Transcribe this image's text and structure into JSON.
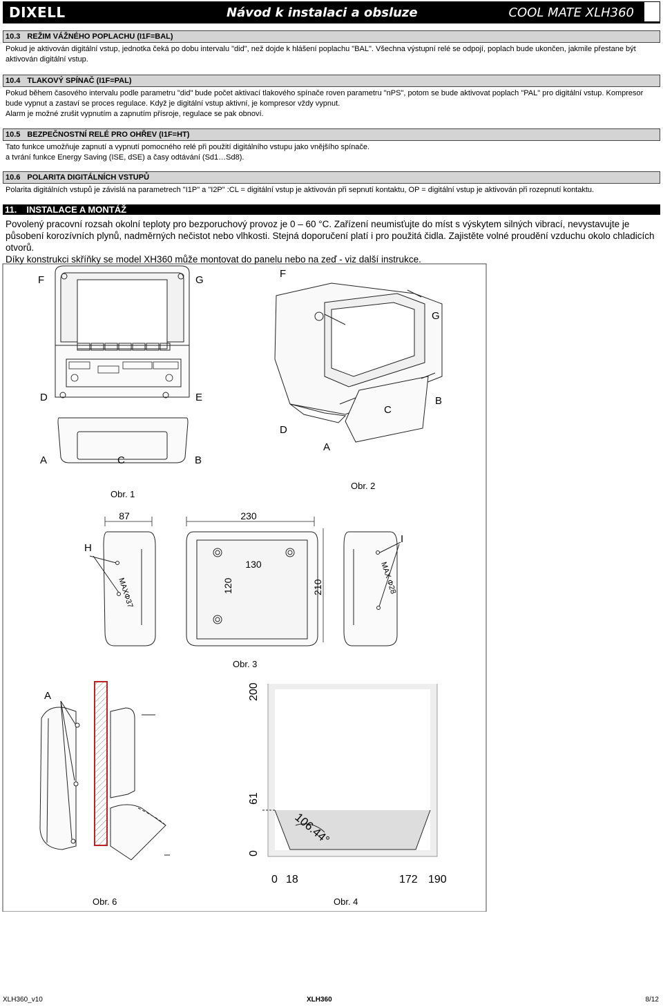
{
  "header": {
    "brand": "DIXELL",
    "title": "Návod k instalaci a obsluze",
    "model": "COOL MATE XLH360"
  },
  "sections": [
    {
      "num": "10.3",
      "title": "REŽIM VÁŽNÉHO POPLACHU (I1F=BAL)",
      "lines": [
        "Pokud je aktivován digitální vstup, jednotka čeká po dobu intervalu \"did\", než dojde k hlášení poplachu \"BAL\". Všechna výstupní relé se odpojí, poplach bude ukončen, jakmile přestane být aktivován digitální vstup."
      ]
    },
    {
      "num": "10.4",
      "title": "TLAKOVÝ SPÍNAČ (I1F=PAL)",
      "lines": [
        "Pokud během časového intervalu podle parametru \"did\" bude počet aktivací tlakového spínače roven parametru \"nPS\", potom se bude aktivovat poplach \"PAL\" pro digitální vstup. Kompresor bude vypnut a zastaví se proces regulace. Když je digitální vstup aktivní, je kompresor vždy vypnut.",
        "Alarm je možné zrušit vypnutím a zapnutím přísroje, regulace se pak obnoví."
      ]
    },
    {
      "num": "10.5",
      "title": "BEZPEČNOSTNÍ RELÉ PRO OHŘEV (I1F=HT)",
      "lines": [
        "Tato funkce umožňuje zapnutí a vypnutí pomocného relé při použití digitálního vstupu jako vnějšího spínače.",
        "a tvrání funkce Energy Saving (ISE, dSE) a časy odtávání (Sd1…Sd8)."
      ]
    },
    {
      "num": "10.6",
      "title": "POLARITA DIGITÁLNÍCH VSTUPŮ",
      "lines": [
        "Polarita digitálních vstupů je závislá na parametrech \"I1P\" a \"I2P\" :CL = digitální vstup je aktivován při sepnutí kontaktu, OP = digitální vstup je aktivován při rozepnutí kontaktu."
      ]
    }
  ],
  "install": {
    "num": "11.",
    "title": "INSTALACE A MONTÁŽ",
    "lines": [
      "Povolený pracovní rozsah okolní teploty pro bezporuchový provoz je 0 – 60 °C. Zařízení neumisťujte do míst s výskytem silných vibrací, nevystavujte je působení korozívních plynů, nadměrných nečistot nebo vlhkosti. Stejná doporučení platí i pro použitá čidla. Zajistěte volné proudění vzduchu okolo chladicích otvorů.",
      "Díky konstrukci skříňky se model XH360 může montovat do panelu nebo na zeď - viz další instrukce."
    ]
  },
  "figures": {
    "obr1": {
      "caption": "Obr. 1",
      "labels": [
        "F",
        "G",
        "D",
        "E",
        "A",
        "C",
        "B"
      ]
    },
    "obr2": {
      "caption": "Obr. 2",
      "labels": [
        "F",
        "G",
        "C",
        "B",
        "D",
        "A"
      ]
    },
    "obr3": {
      "caption": "Obr. 3",
      "dims": [
        "87",
        "230",
        "130",
        "120",
        "210"
      ],
      "labels": [
        "H",
        "I"
      ],
      "hole_left": "MAXΦ37",
      "hole_right": "MAX Φ28"
    },
    "obr4": {
      "caption": "Obr. 4",
      "dims": [
        "200",
        "61",
        "0",
        "106.44°"
      ],
      "xticks": [
        "0",
        "18",
        "172",
        "190"
      ]
    },
    "obr6": {
      "caption": "Obr. 6",
      "label": "A"
    }
  },
  "footer": {
    "left": "XLH360_v10",
    "center": "XLH360",
    "right": "8/12"
  }
}
